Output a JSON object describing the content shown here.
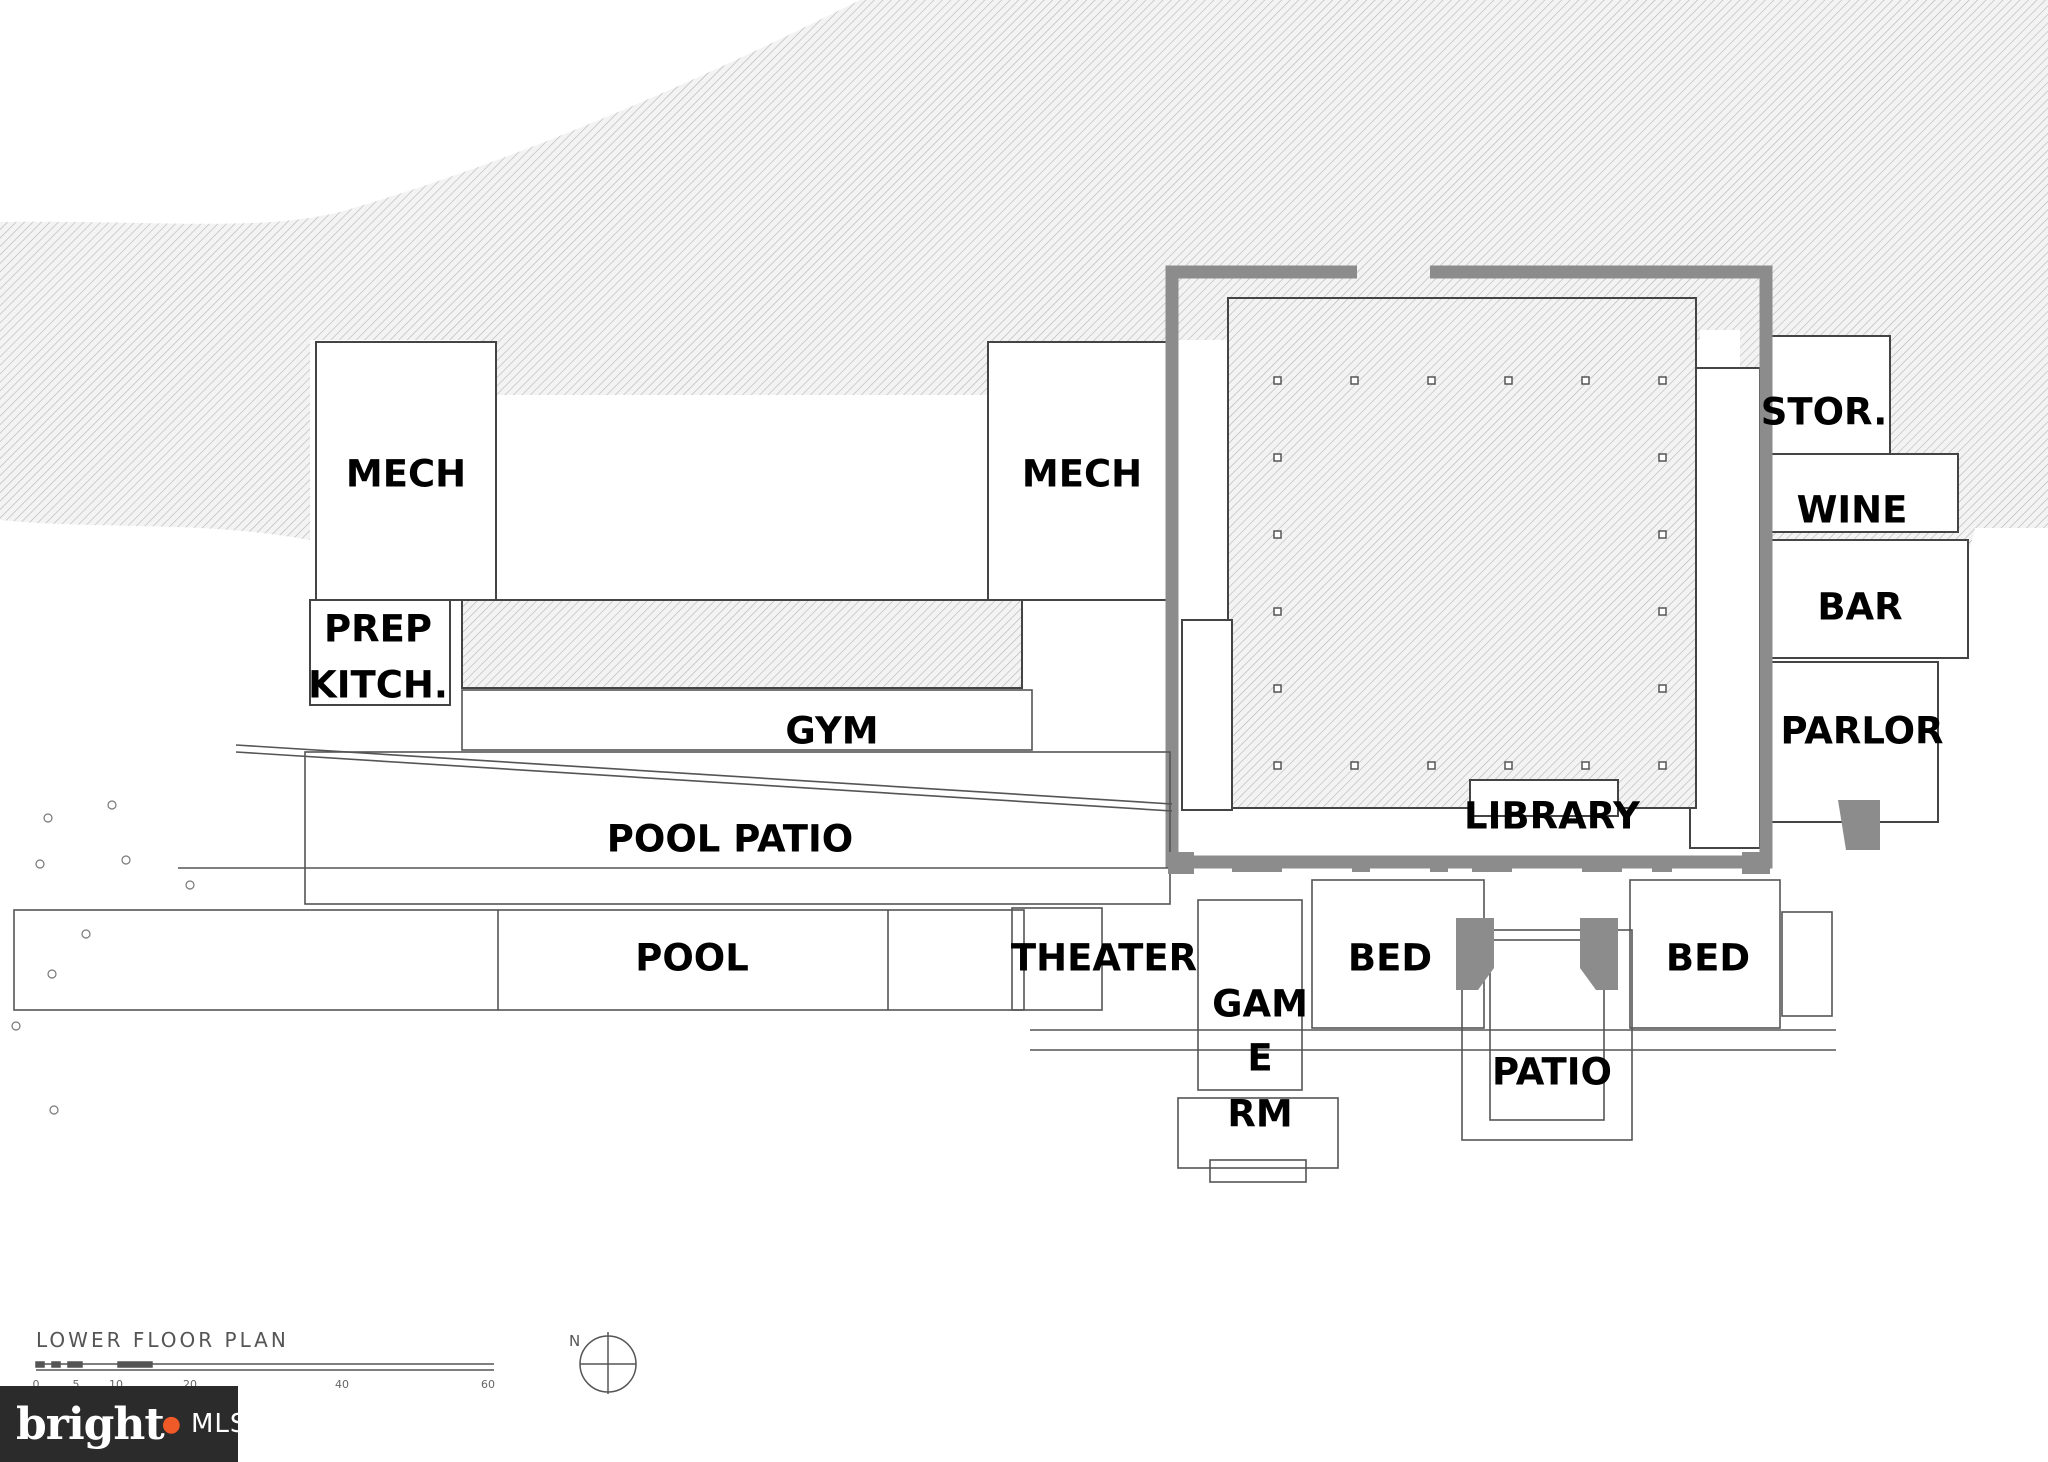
{
  "plan_title": "LOWER FLOOR PLAN",
  "north_marker": "N",
  "scale_bar": {
    "ticks": [
      "0",
      "5",
      "10",
      "20",
      "40",
      "60"
    ]
  },
  "rooms": {
    "mech_west": "MECH",
    "mech_east": "MECH",
    "storage": "STOR.",
    "wine": "WINE",
    "bar": "BAR",
    "prep_kitchen_line1": "PREP",
    "prep_kitchen_line2": "KITCH.",
    "gym": "GYM",
    "parlor": "PARLOR",
    "pool_patio": "POOL PATIO",
    "library": "LIBRARY",
    "pool": "POOL",
    "theater": "THEATER",
    "bed_west": "BED",
    "bed_east": "BED",
    "game_room_line1": "GAM",
    "game_room_line2": "E",
    "game_room_line3": "RM",
    "patio": "PATIO"
  },
  "logo": {
    "brand": "bright",
    "suffix": "MLS"
  },
  "colors": {
    "earth_hatch": "#d8d8d8",
    "wall": "#8a8a8a",
    "wall_heavy": "#8c8c8c",
    "text": "#000000"
  }
}
